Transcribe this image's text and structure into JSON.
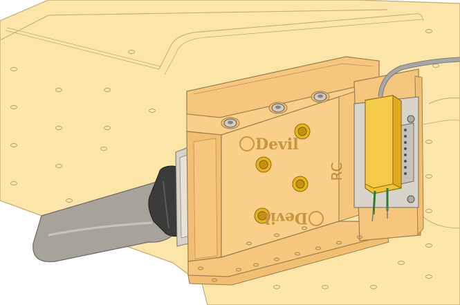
{
  "scene": {
    "logo_text_top": "Devil",
    "logo_text_bottom": "Devil",
    "module_label": "RC",
    "colors": {
      "plate": "#fbe5a8",
      "plate_edge": "#c4a970",
      "block": "#f9cf8a",
      "block_side": "#f2bf72",
      "block_edge": "#9c7d4d",
      "connector": "#f2c233",
      "cable": "#9a9a9a",
      "handle": "#3b3b3b",
      "shaft": "#a8a39a"
    }
  }
}
